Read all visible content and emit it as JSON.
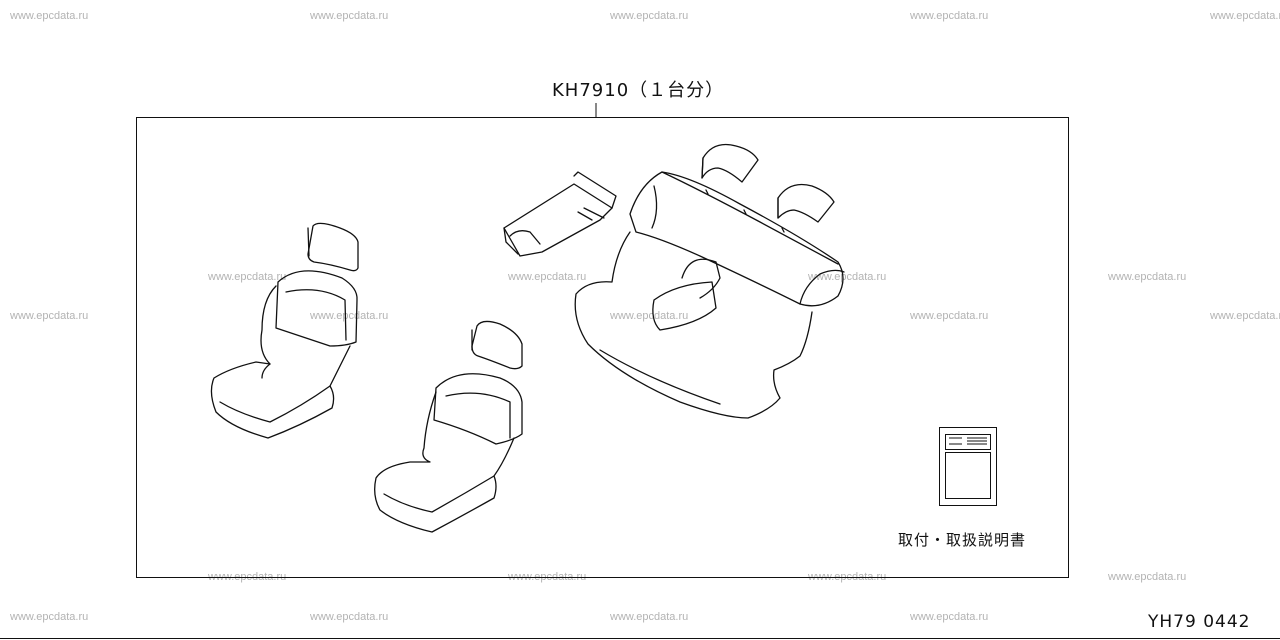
{
  "watermark": "www.epcdata.ru",
  "kit": {
    "label": "KH7910（１台分）"
  },
  "manual": {
    "label": "取付・取扱説明書"
  },
  "diagram_code": "YH79 0442"
}
